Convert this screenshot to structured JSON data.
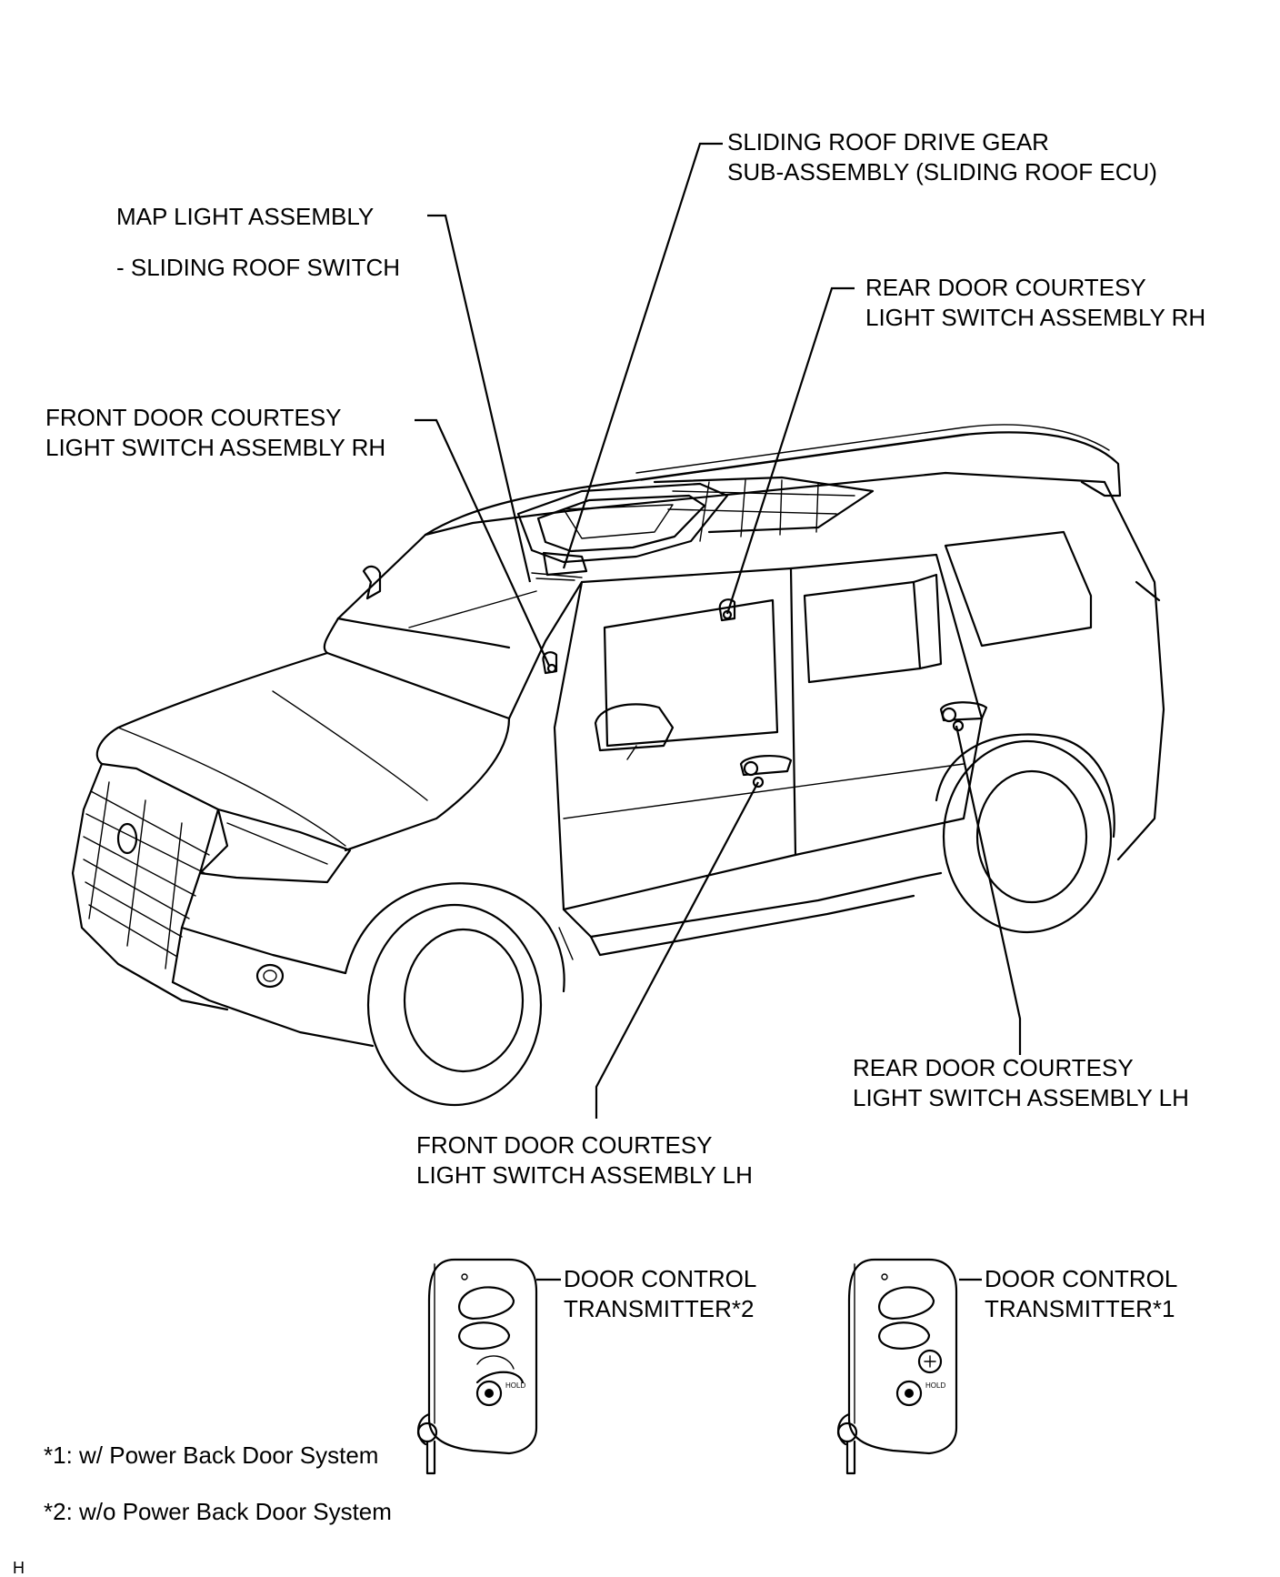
{
  "labels": {
    "sliding_roof_drive_gear": [
      "SLIDING ROOF DRIVE GEAR",
      "SUB-ASSEMBLY (SLIDING ROOF ECU)"
    ],
    "map_light_assembly": "MAP LIGHT ASSEMBLY",
    "sliding_roof_switch": "- SLIDING ROOF SWITCH",
    "rear_door_rh": [
      "REAR DOOR COURTESY",
      "LIGHT SWITCH ASSEMBLY RH"
    ],
    "front_door_rh": [
      "FRONT DOOR COURTESY",
      "LIGHT SWITCH ASSEMBLY RH"
    ],
    "rear_door_lh": [
      "REAR DOOR COURTESY",
      "LIGHT SWITCH ASSEMBLY LH"
    ],
    "front_door_lh": [
      "FRONT DOOR COURTESY",
      "LIGHT SWITCH ASSEMBLY LH"
    ],
    "transmitter_2": [
      "DOOR CONTROL",
      "TRANSMITTER*2"
    ],
    "transmitter_1": [
      "DOOR CONTROL",
      "TRANSMITTER*1"
    ],
    "key_hold_text": "HOLD"
  },
  "footnotes": {
    "note1": "*1: w/ Power Back Door System",
    "note2": "*2: w/o Power Back Door System"
  },
  "figure_code": "H"
}
